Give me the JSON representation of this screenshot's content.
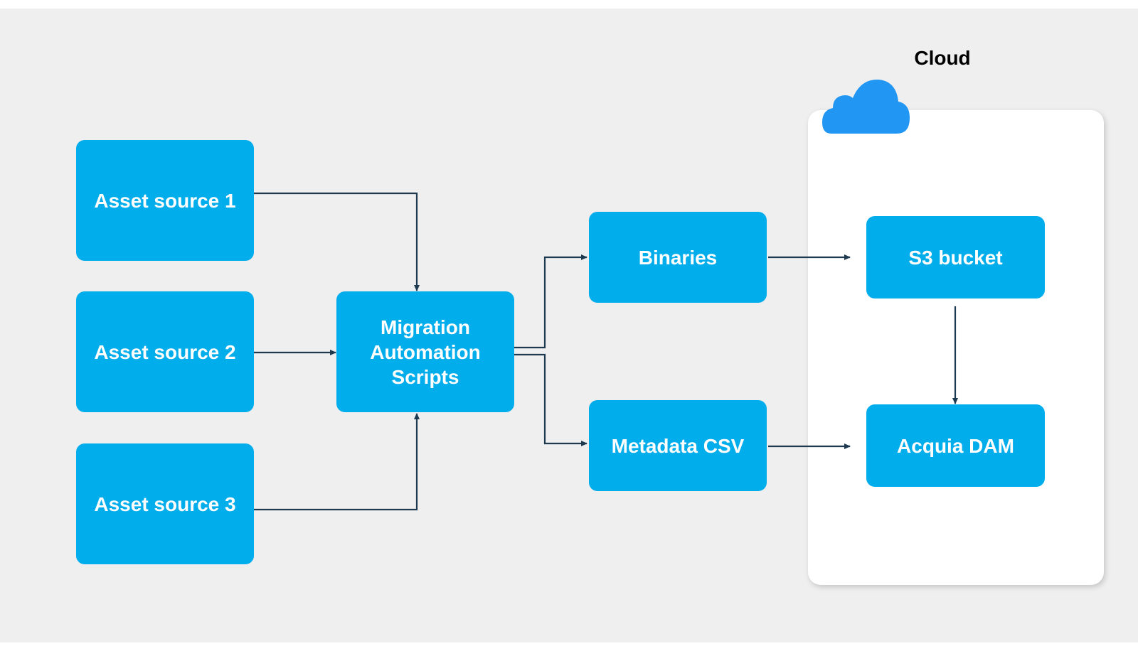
{
  "cloud": {
    "title": "Cloud",
    "icon": "cloud-icon",
    "icon_color": "#2196f3"
  },
  "nodes": {
    "asset_source_1": "Asset source 1",
    "asset_source_2": "Asset source 2",
    "asset_source_3": "Asset source 3",
    "migration_scripts": "Migration\nAutomation\nScripts",
    "binaries": "Binaries",
    "metadata_csv": "Metadata CSV",
    "s3_bucket": "S3 bucket",
    "acquia_dam": "Acquia DAM"
  },
  "edges": [
    {
      "from": "Asset source 1",
      "to": "Migration Automation Scripts"
    },
    {
      "from": "Asset source 2",
      "to": "Migration Automation Scripts"
    },
    {
      "from": "Asset source 3",
      "to": "Migration Automation Scripts"
    },
    {
      "from": "Migration Automation Scripts",
      "to": "Binaries"
    },
    {
      "from": "Migration Automation Scripts",
      "to": "Metadata CSV"
    },
    {
      "from": "Binaries",
      "to": "S3 bucket"
    },
    {
      "from": "Metadata CSV",
      "to": "Acquia DAM"
    },
    {
      "from": "S3 bucket",
      "to": "Acquia DAM"
    }
  ],
  "colors": {
    "background": "#efefef",
    "box_fill": "#02adec",
    "box_text": "#ffffff",
    "connector": "#1d3a50",
    "panel": "#ffffff"
  }
}
